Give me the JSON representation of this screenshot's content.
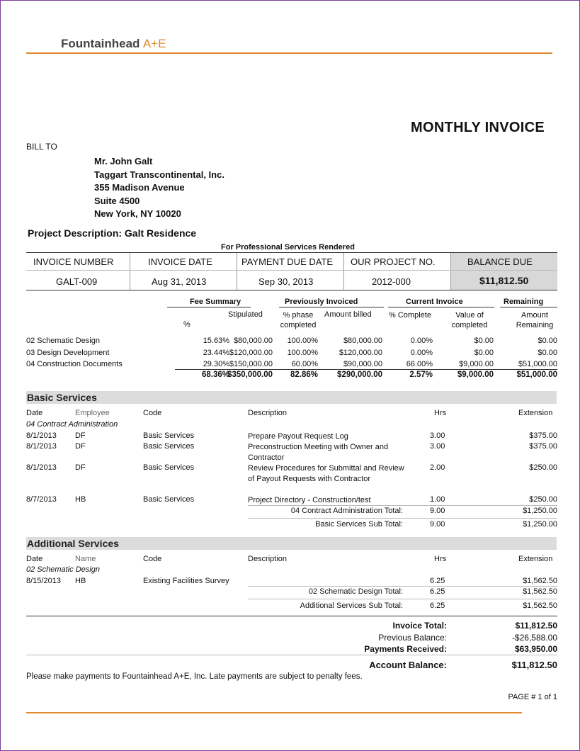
{
  "logo": {
    "name": "Fountainhead",
    "suffix": "A+E"
  },
  "invoice_title": "MONTHLY INVOICE",
  "bill_to": {
    "label": "BILL TO",
    "lines": [
      "Mr. John Galt",
      "Taggart Transcontinental, Inc.",
      "355 Madison Avenue",
      "Suite 4500",
      "New York, NY 10020"
    ]
  },
  "project": {
    "label": "Project Description:",
    "value": "Galt Residence"
  },
  "services_caption": "For Professional Services Rendered",
  "meta": {
    "headers": [
      "INVOICE NUMBER",
      "INVOICE DATE",
      "PAYMENT DUE DATE",
      "OUR PROJECT NO.",
      "BALANCE DUE"
    ],
    "values": [
      "GALT-009",
      "Aug 31, 2013",
      "Sep 30, 2013",
      "2012-000",
      "$11,812.50"
    ]
  },
  "fee": {
    "group_headers": [
      "Fee Summary",
      "Previously Invoiced",
      "Current Invoice",
      "Remaining"
    ],
    "sub_headers": [
      "%",
      "Stipulated",
      "% phase completed",
      "Amount billed",
      "% Complete",
      "Value of completed",
      "Amount Remaining"
    ],
    "rows": [
      [
        "02 Schematic Design",
        "15.63%",
        "$80,000.00",
        "100.00%",
        "$80,000.00",
        "0.00%",
        "$0.00",
        "$0.00"
      ],
      [
        "03 Design Development",
        "23.44%",
        "$120,000.00",
        "100.00%",
        "$120,000.00",
        "0.00%",
        "$0.00",
        "$0.00"
      ],
      [
        "04 Construction Documents",
        "29.30%",
        "$150,000.00",
        "60.00%",
        "$90,000.00",
        "66.00%",
        "$9,000.00",
        "$51,000.00"
      ]
    ],
    "totals": [
      "68.36%",
      "$350,000.00",
      "82.86%",
      "$290,000.00",
      "2.57%",
      "$9,000.00",
      "$51,000.00"
    ]
  },
  "basic": {
    "title": "Basic Services",
    "col_headers": [
      "Date",
      "Employee",
      "Code",
      "Description",
      "Hrs",
      "Extension"
    ],
    "phase": "04 Contract Administration",
    "rows": [
      {
        "date": "8/1/2013",
        "emp": "DF",
        "code": "Basic Services",
        "desc": "Prepare Payout Request Log",
        "hrs": "3.00",
        "ext": "$375.00"
      },
      {
        "date": "8/1/2013",
        "emp": "DF",
        "code": "Basic Services",
        "desc": "Preconstruction Meeting with Owner and Contractor",
        "hrs": "3.00",
        "ext": "$375.00"
      },
      {
        "date": "8/1/2013",
        "emp": "DF",
        "code": "Basic Services",
        "desc": "Review Procedures for Submittal and Review of Payout Requests with Contractor",
        "hrs": "2.00",
        "ext": "$250.00"
      },
      {
        "date": "8/7/2013",
        "emp": "HB",
        "code": "Basic Services",
        "desc": "Project Directory - Construction/test",
        "hrs": "1.00",
        "ext": "$250.00"
      }
    ],
    "phase_total_label": "04 Contract Administration Total:",
    "phase_total_hrs": "9.00",
    "phase_total_ext": "$1,250.00",
    "sub_total_label": "Basic Services Sub Total:",
    "sub_total_hrs": "9.00",
    "sub_total_ext": "$1,250.00"
  },
  "additional": {
    "title": "Additional Services",
    "col_headers": [
      "Date",
      "Name",
      "Code",
      "Description",
      "Hrs",
      "Extension"
    ],
    "phase": "02 Schematic Design",
    "rows": [
      {
        "date": "8/15/2013",
        "emp": "HB",
        "code": "Existing Facilities Survey",
        "desc": "",
        "hrs": "6.25",
        "ext": "$1,562.50"
      }
    ],
    "phase_total_label": "02 Schematic Design Total:",
    "phase_total_hrs": "6.25",
    "phase_total_ext": "$1,562.50",
    "sub_total_label": "Additional Services Sub Total:",
    "sub_total_hrs": "6.25",
    "sub_total_ext": "$1,562.50"
  },
  "summary": {
    "invoice_total_label": "Invoice Total:",
    "invoice_total": "$11,812.50",
    "previous_balance_label": "Previous Balance:",
    "previous_balance": "-$26,588.00",
    "payments_label": "Payments Received:",
    "payments": "$63,950.00",
    "account_balance_label": "Account Balance:",
    "account_balance": "$11,812.50"
  },
  "footer_note": "Please make payments to Fountainhead A+E, Inc. Late payments are subject to penalty fees.",
  "page_label": "PAGE # 1 of 1"
}
